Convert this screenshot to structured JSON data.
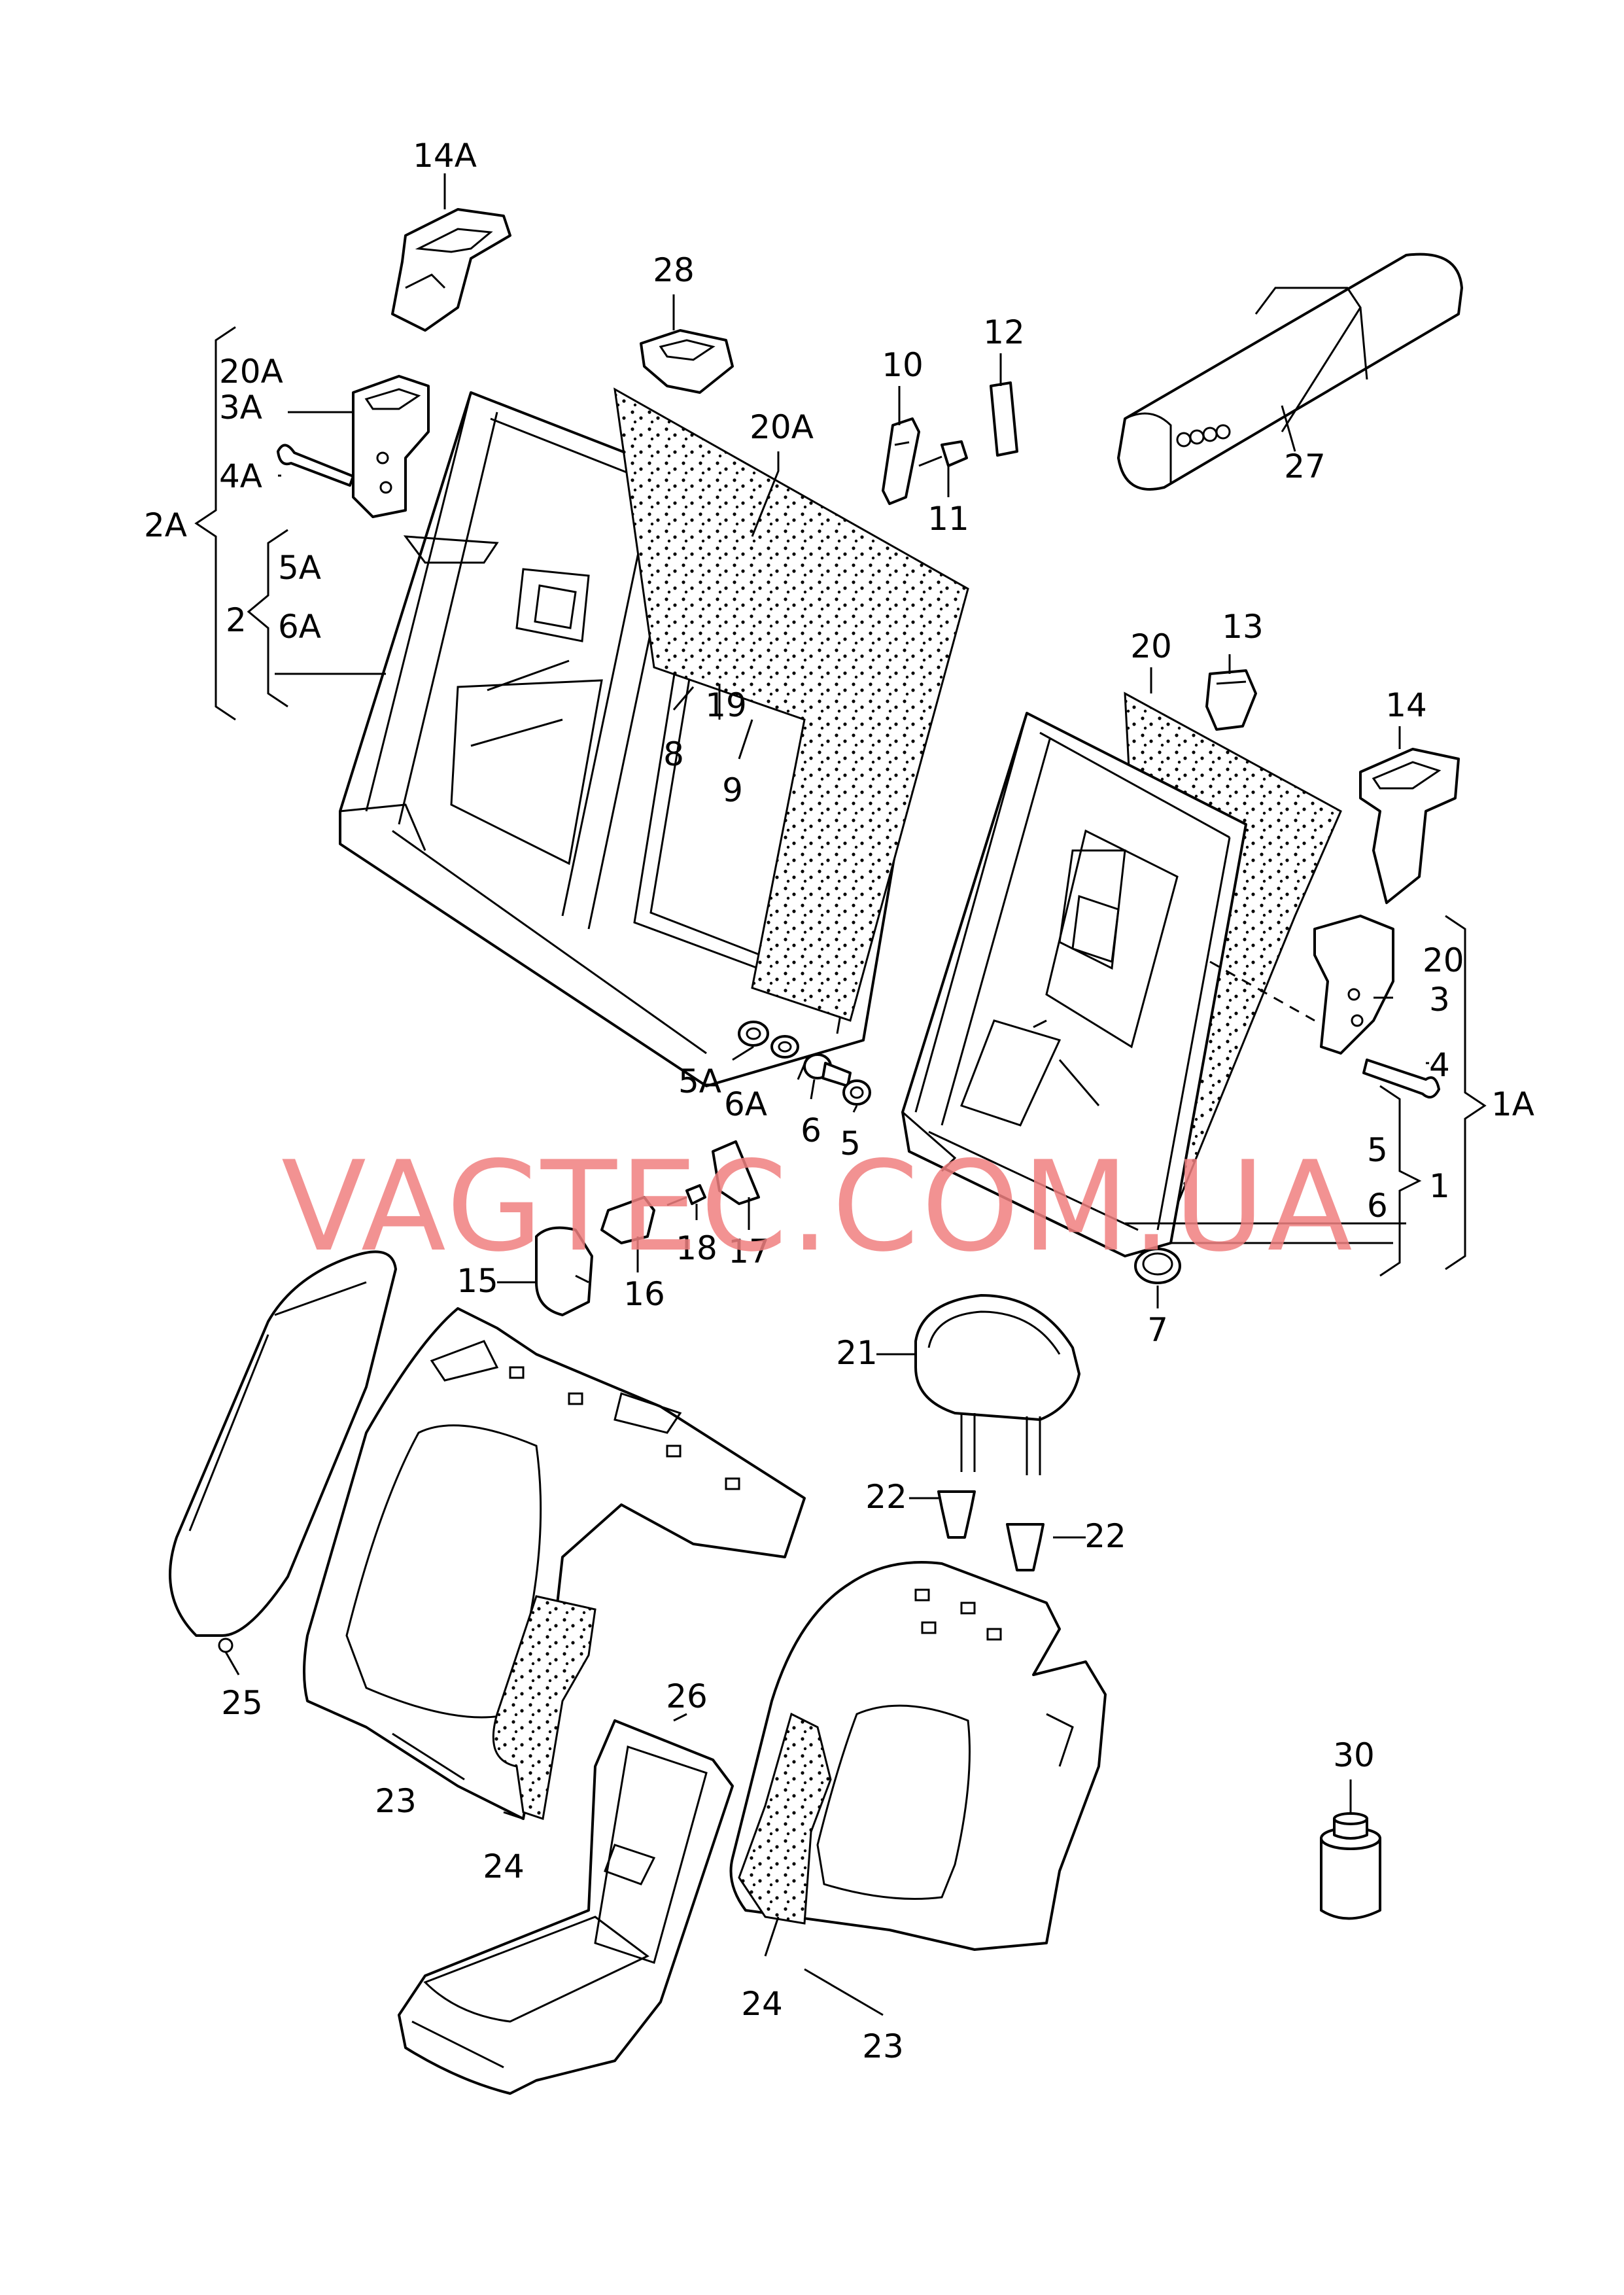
{
  "watermark": "VAGTEC.COM.UA",
  "labels": {
    "p14A": "14A",
    "p28": "28",
    "p20A_left": "20A",
    "p3A": "3A",
    "p4A": "4A",
    "p2A": "2A",
    "p5A_top": "5A",
    "p2": "2",
    "p6A_top": "6A",
    "p20A_center": "20A",
    "p10": "10",
    "p12": "12",
    "p11": "11",
    "p27": "27",
    "p19": "19",
    "p8": "8",
    "p9": "9",
    "p20_center": "20",
    "p13": "13",
    "p14": "14",
    "p20_right": "20",
    "p3": "3",
    "p4": "4",
    "p1A": "1A",
    "p5_right": "5",
    "p1": "1",
    "p6_right": "6",
    "p5A_bottom": "5A",
    "p6A_bottom": "6A",
    "p6_bottom": "6",
    "p5_bottom": "5",
    "p17": "17",
    "p18": "18",
    "p16": "16",
    "p15": "15",
    "p7": "7",
    "p21": "21",
    "p22_left": "22",
    "p22_right": "22",
    "p25": "25",
    "p23_left": "23",
    "p24_left": "24",
    "p26": "26",
    "p30": "30",
    "p24_right": "24",
    "p23_right": "23"
  }
}
